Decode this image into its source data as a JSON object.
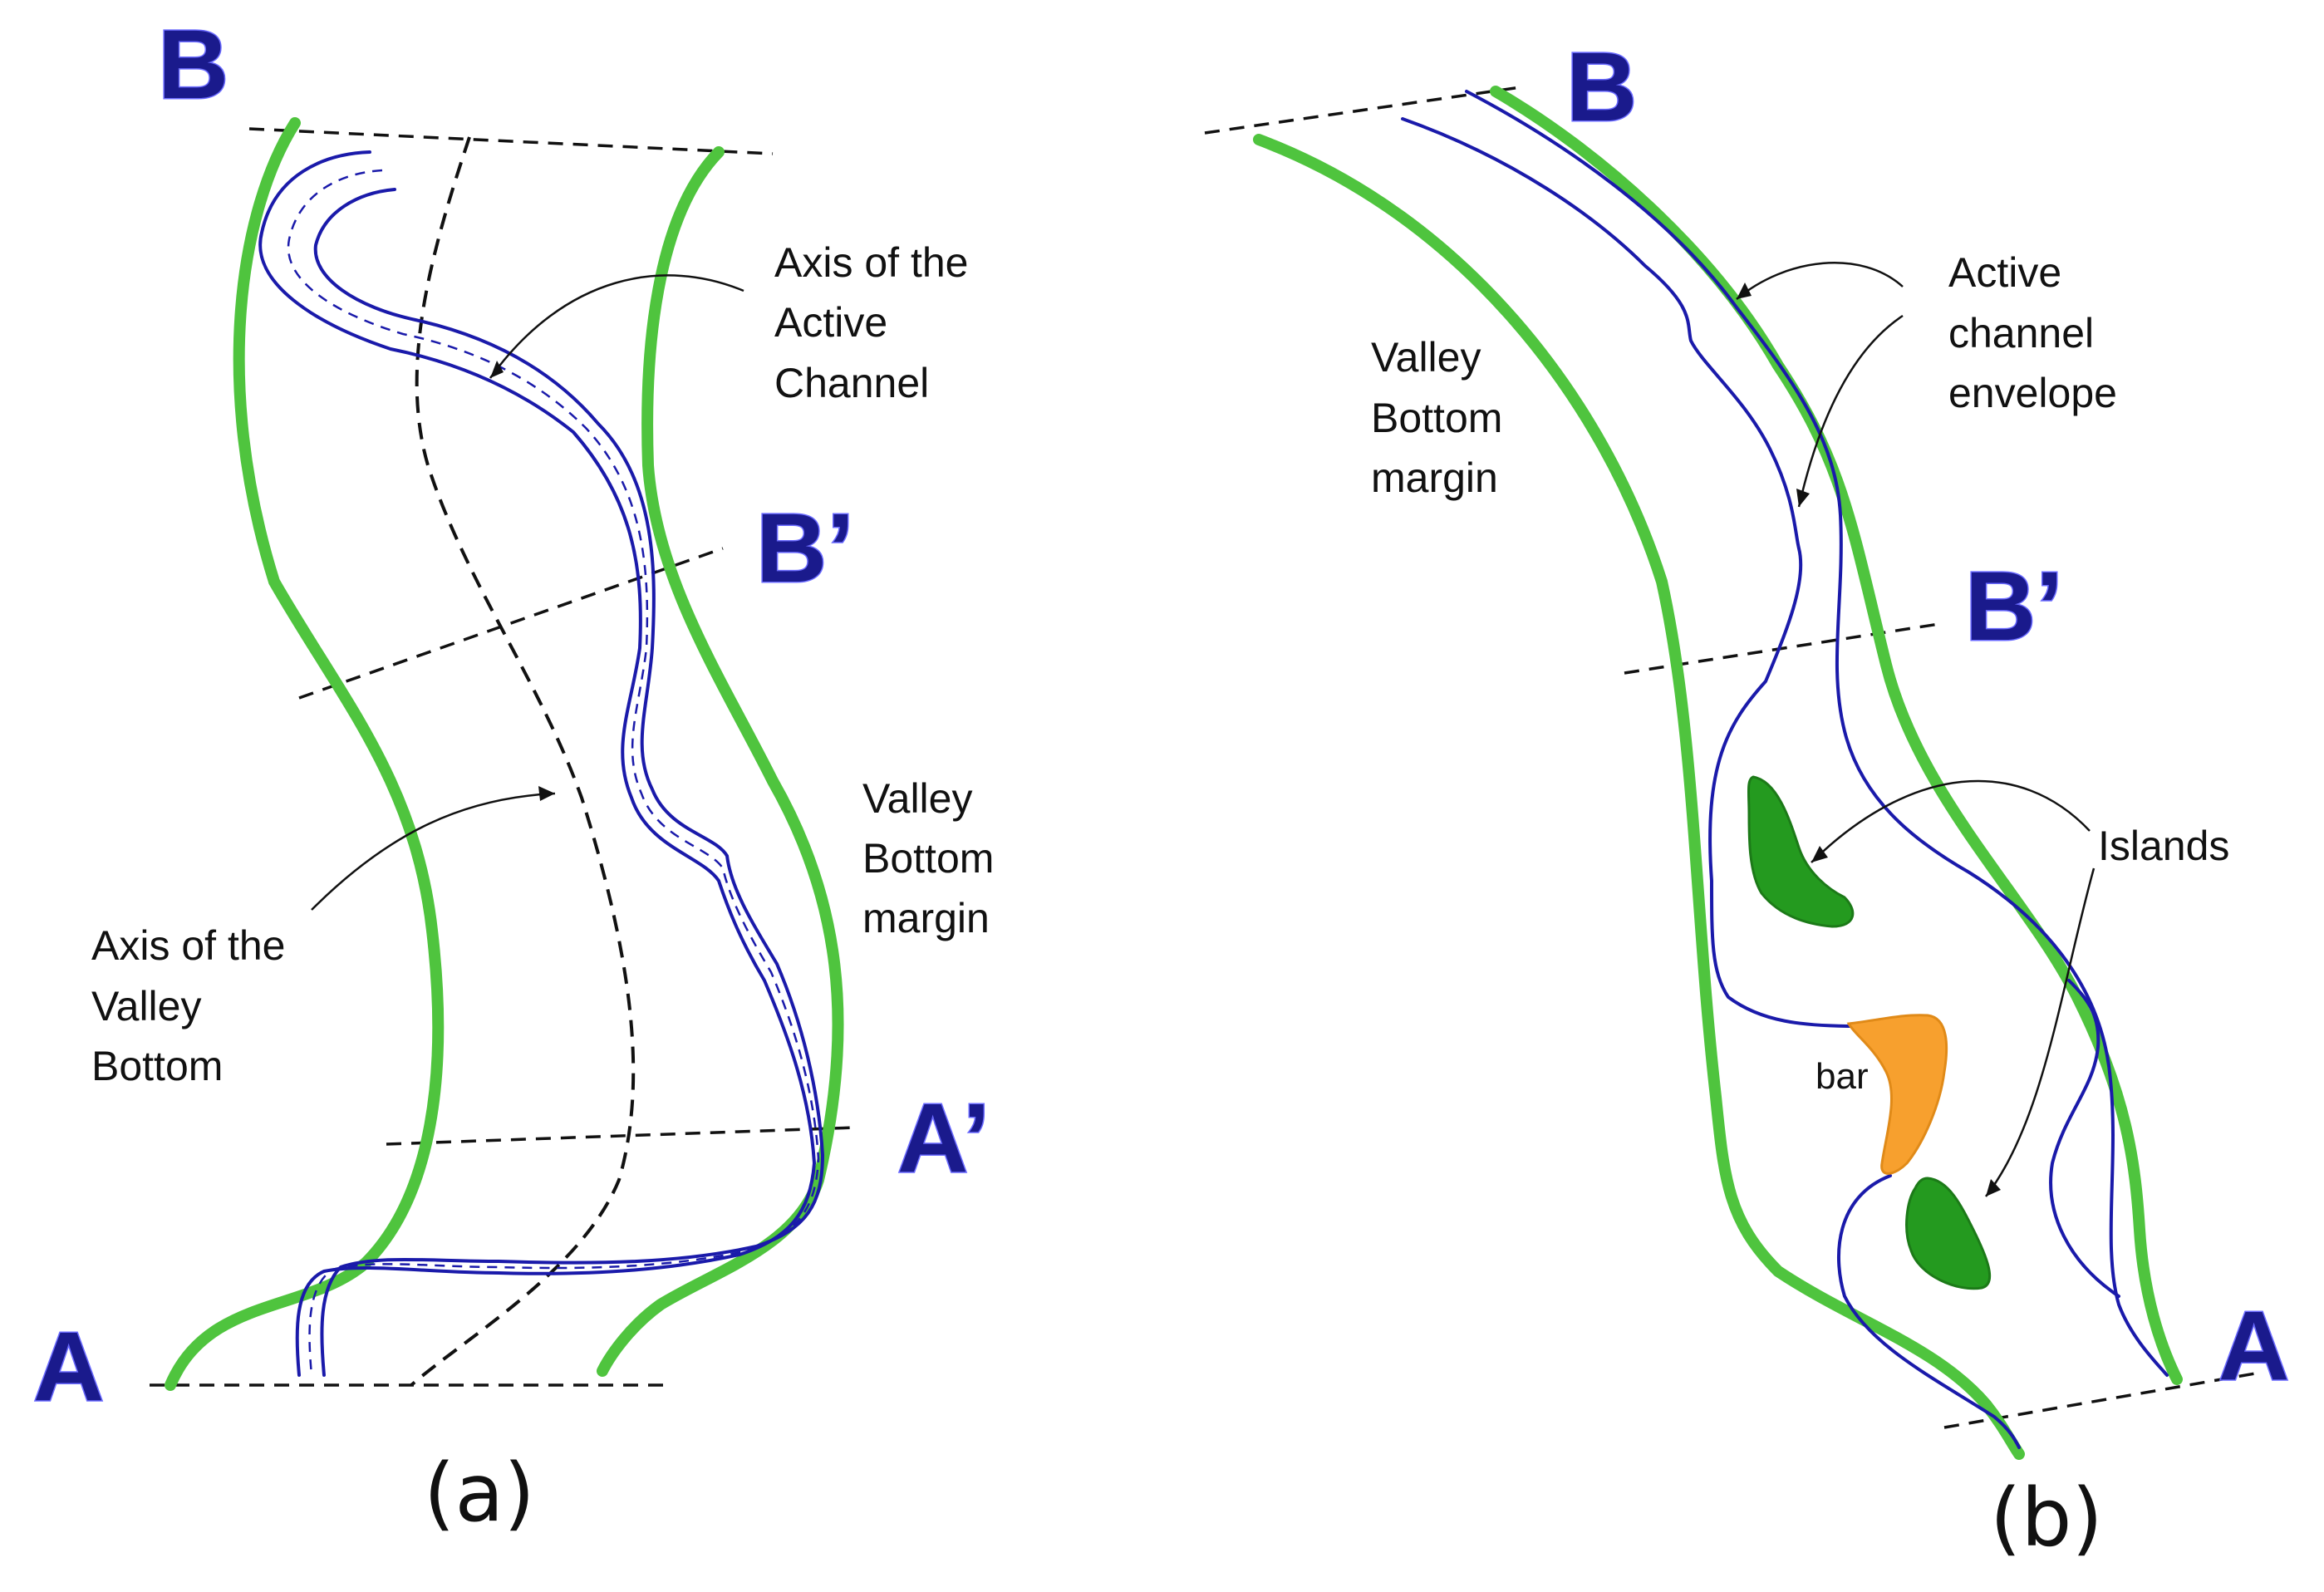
{
  "colors": {
    "valley_margin": "#4fc43e",
    "channel_bank": "#1a1aaa",
    "corner_label": "#1a1a8c",
    "island": "#249a1f",
    "island_edge": "#1c7a18",
    "bar": "#f7a02e",
    "bar_edge": "#e08a18",
    "text": "#111111"
  },
  "panel_a": {
    "caption": "(a)",
    "corner_labels": {
      "B": "B",
      "B_prime": "B’",
      "A_prime": "A’",
      "A": "A"
    },
    "annotations": {
      "channel_axis": [
        "Axis of the",
        "Active",
        "Channel"
      ],
      "valley_margin": [
        "Valley",
        "Bottom",
        "margin"
      ],
      "valley_axis": [
        "Axis of the",
        "Valley",
        "Bottom"
      ]
    }
  },
  "panel_b": {
    "caption": "(b)",
    "corner_labels": {
      "B": "B",
      "B_prime": "B’",
      "A": "A"
    },
    "annotations": {
      "valley_margin": [
        "Valley",
        "Bottom",
        "margin"
      ],
      "envelope": [
        "Active",
        "channel",
        "envelope"
      ],
      "islands": "Islands",
      "bar": "bar"
    }
  }
}
